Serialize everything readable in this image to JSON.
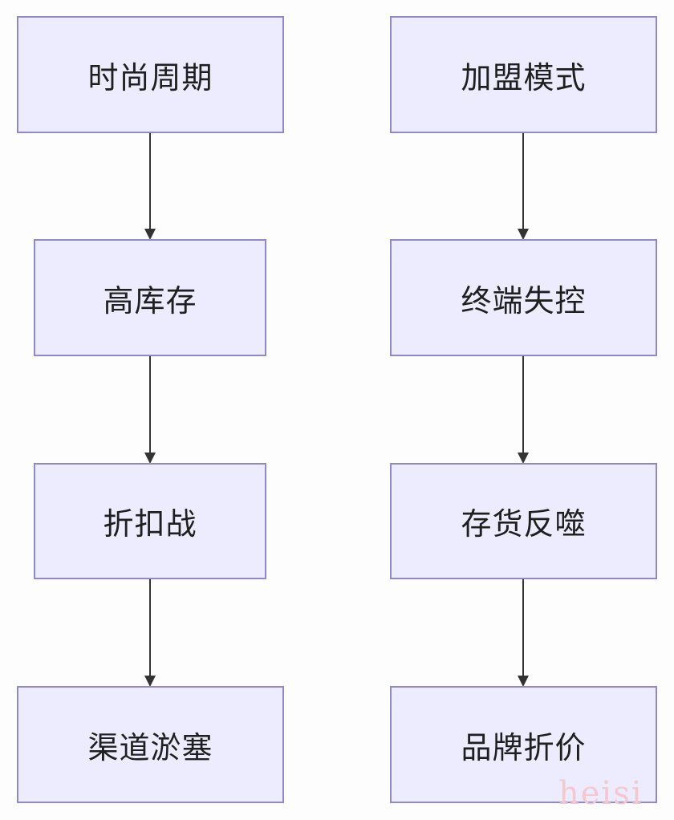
{
  "diagram": {
    "left_column": [
      "时尚周期",
      "高库存",
      "折扣战",
      "渠道淤塞"
    ],
    "right_column": [
      "加盟模式",
      "终端失控",
      "存货反噬",
      "品牌折价"
    ]
  },
  "watermark": "heisi",
  "colors": {
    "node_fill": "#ececfe",
    "node_border": "#9188c9",
    "arrow": "#333333",
    "watermark": "#f3c9cf"
  }
}
